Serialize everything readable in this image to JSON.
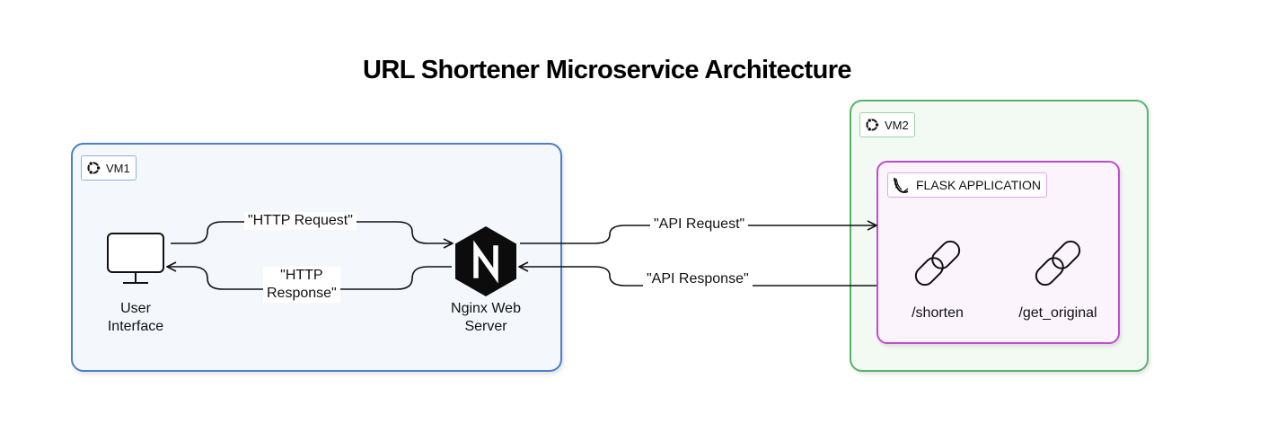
{
  "title": "URL Shortener Microservice Architecture",
  "groups": {
    "vm1": {
      "label": "VM1",
      "icon": "ubuntu-icon",
      "color": "#4a7fc9"
    },
    "vm2": {
      "label": "VM2",
      "icon": "ubuntu-icon",
      "color": "#55b36a"
    },
    "flask": {
      "label": "FLASK APPLICATION",
      "icon": "flask-logo-icon",
      "color": "#c24bd1"
    }
  },
  "nodes": {
    "user_interface": {
      "label_line1": "User",
      "label_line2": "Interface",
      "icon": "monitor-icon"
    },
    "nginx": {
      "label_line1": "Nginx Web",
      "label_line2": "Server",
      "icon": "nginx-icon",
      "icon_letter": "N"
    },
    "shorten": {
      "label": "/shorten",
      "icon": "link-icon"
    },
    "get_original": {
      "label": "/get_original",
      "icon": "link-icon"
    }
  },
  "edges": {
    "http_request": {
      "label": "\"HTTP Request\""
    },
    "http_response": {
      "label_line1": "\"HTTP",
      "label_line2": "Response\""
    },
    "api_request": {
      "label": "\"API Request\""
    },
    "api_response": {
      "label": "\"API Response\""
    }
  }
}
